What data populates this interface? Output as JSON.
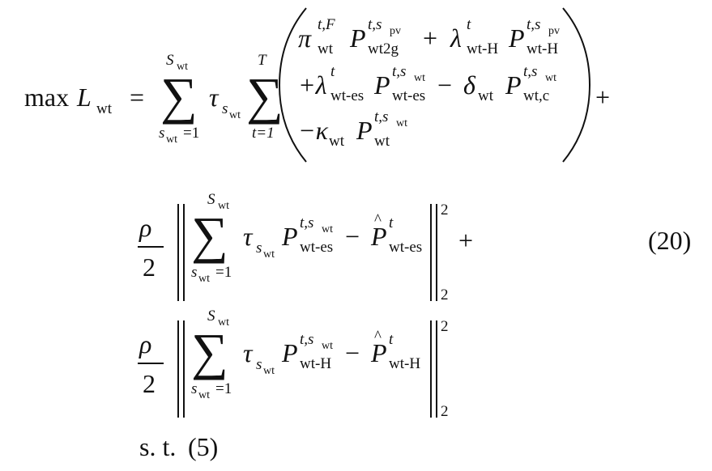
{
  "equation": {
    "number": "(20)",
    "objective_op": "max",
    "lhs_symbol": "L",
    "lhs_subscript": "wt",
    "equals": "=",
    "sum_symbol": "∑",
    "scenario_upper": "S",
    "scenario_upper_sub": "wt",
    "scenario_index": "s",
    "scenario_index_sub": "wt",
    "scenario_lower_rest": "=1",
    "time_upper": "T",
    "time_lower": "t=1",
    "tau": "τ",
    "bracket_terms": {
      "row1": {
        "pi": "π",
        "pi_sup": "t,F",
        "pi_sub": "wt",
        "P": "P",
        "p1_sup": "t,s",
        "p1_sup_sub": "pv",
        "p1_sub": "wt2g",
        "plus": "+",
        "lambda": "λ",
        "lambda_sup": "t",
        "lambda_sub": "wt-H",
        "p2_sup": "t,s",
        "p2_sup_sub": "pv",
        "p2_sub": "wt-H"
      },
      "row2": {
        "lead": "+λ",
        "lambda_sup": "t",
        "lambda_sub": "wt-es",
        "p1_sup": "t,s",
        "p1_sup_sub": "wt",
        "p1_sub": "wt-es",
        "minus": "−",
        "delta": "δ",
        "delta_sub": "wt",
        "p2_sup": "t,s",
        "p2_sup_sub": "wt",
        "p2_sub": "wt,c"
      },
      "row3": {
        "lead": "−κ",
        "kappa_sub": "wt",
        "p_sup": "t,s",
        "p_sup_sub": "wt",
        "p_sub": "wt"
      }
    },
    "trailing_plus": "+",
    "penalty_terms": [
      {
        "rho": "ρ",
        "half": "2",
        "p_sup": "t,s",
        "p_sup_sub": "wt",
        "p_sub": "wt-es",
        "minus": "−",
        "hat": "^",
        "phat": "P",
        "phat_sup": "t",
        "phat_sub": "wt-es",
        "norm_exp": "2",
        "norm_sub": "2",
        "trailing": "+"
      },
      {
        "rho": "ρ",
        "half": "2",
        "p_sup": "t,s",
        "p_sup_sub": "wt",
        "p_sub": "wt-H",
        "minus": "−",
        "hat": "^",
        "phat": "P",
        "phat_sup": "t",
        "phat_sub": "wt-H",
        "norm_exp": "2",
        "norm_sub": "2",
        "trailing": ""
      }
    ],
    "constraint_label": "s. t.",
    "constraint_ref": "(5)"
  }
}
